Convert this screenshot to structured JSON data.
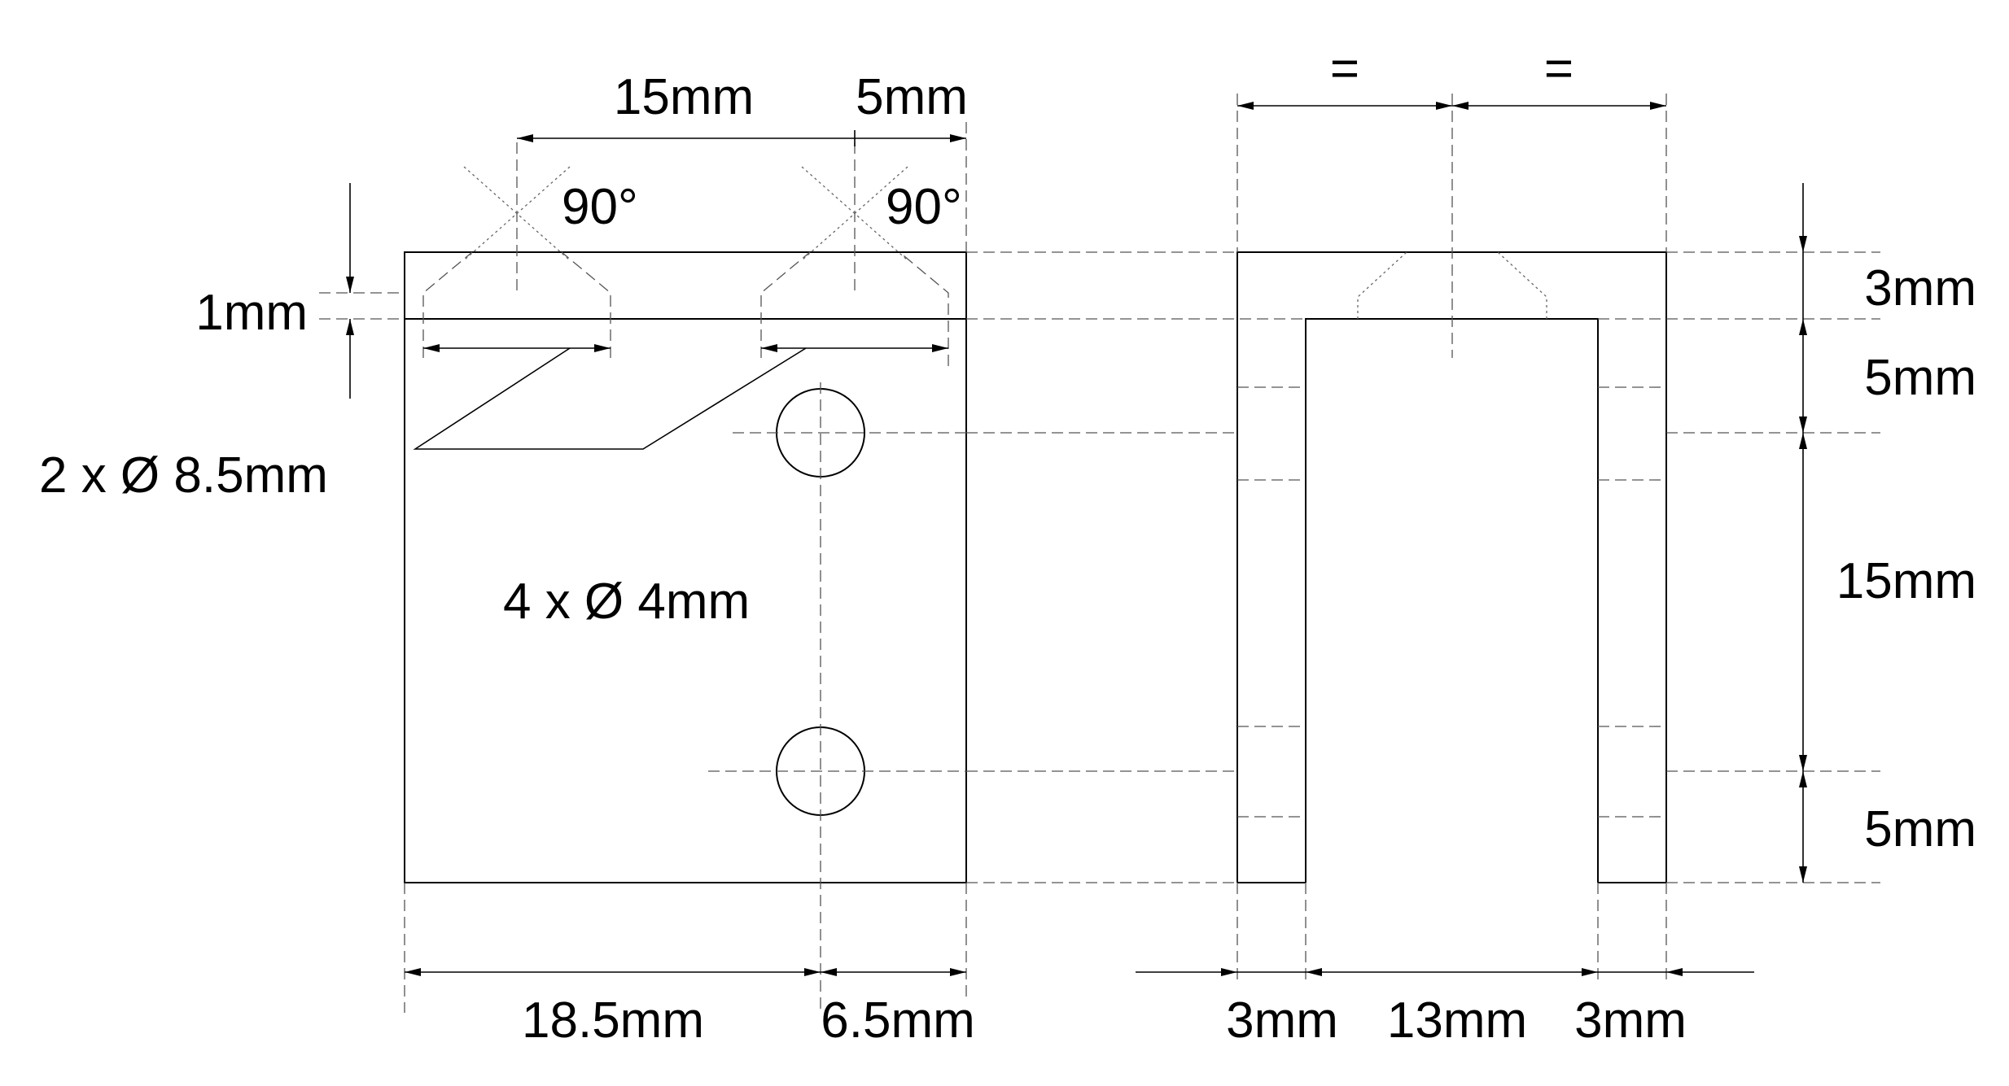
{
  "labels": {
    "top_15": "15mm",
    "top_5": "5mm",
    "angle_left": "90°",
    "angle_right": "90°",
    "dim_1": "1mm",
    "bore_count": "2 x Ø 8.5mm",
    "hole_count": "4 x Ø 4mm",
    "bottom_18_5": "18.5mm",
    "bottom_6_5": "6.5mm",
    "equal_left": "=",
    "equal_right": "=",
    "right_3": "3mm",
    "right_5a": "5mm",
    "right_15": "15mm",
    "right_5b": "5mm",
    "bottom_3a": "3mm",
    "bottom_13": "13mm",
    "bottom_3b": "3mm"
  }
}
